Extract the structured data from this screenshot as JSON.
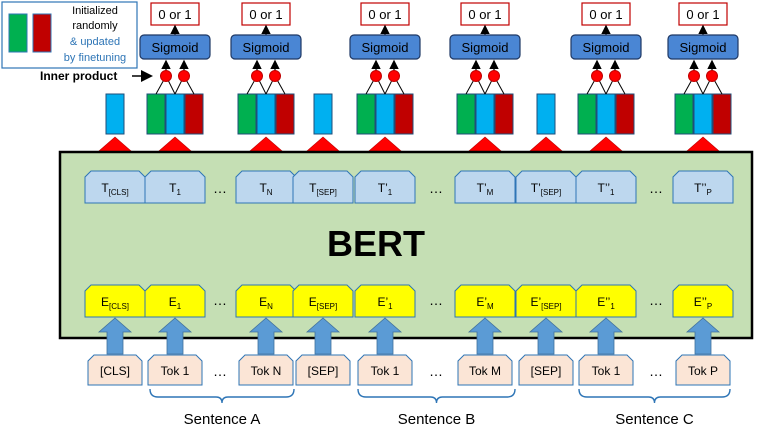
{
  "legend": {
    "line1": "Initialized",
    "line2": "randomly",
    "line3": "& updated",
    "line4": "by finetuning",
    "colors": {
      "green": "#00b050",
      "red": "#c00000"
    }
  },
  "inner_product_label": "Inner product",
  "model_label": "BERT",
  "output_label": "0 or 1",
  "sigmoid_label": "Sigmoid",
  "ellipsis": "…",
  "t_boxes": [
    {
      "base": "T",
      "sub": "[CLS]",
      "prime": ""
    },
    {
      "base": "T",
      "sub": "1",
      "prime": ""
    },
    {
      "base": "T",
      "sub": "N",
      "prime": ""
    },
    {
      "base": "T",
      "sub": "[SEP]",
      "prime": ""
    },
    {
      "base": "T",
      "sub": "1",
      "prime": "’"
    },
    {
      "base": "T",
      "sub": "M",
      "prime": "’"
    },
    {
      "base": "T",
      "sub": "[SEP]",
      "prime": "’"
    },
    {
      "base": "T",
      "sub": "1",
      "prime": "’’"
    },
    {
      "base": "T",
      "sub": "P",
      "prime": "’’"
    }
  ],
  "e_boxes": [
    {
      "base": "E",
      "sub": "[CLS]",
      "prime": ""
    },
    {
      "base": "E",
      "sub": "1",
      "prime": ""
    },
    {
      "base": "E",
      "sub": "N",
      "prime": ""
    },
    {
      "base": "E",
      "sub": "[SEP]",
      "prime": ""
    },
    {
      "base": "E",
      "sub": "1",
      "prime": "’"
    },
    {
      "base": "E",
      "sub": "M",
      "prime": "’"
    },
    {
      "base": "E",
      "sub": "[SEP]",
      "prime": "’"
    },
    {
      "base": "E",
      "sub": "1",
      "prime": "’’"
    },
    {
      "base": "E",
      "sub": "P",
      "prime": "’’"
    }
  ],
  "tokens": [
    "[CLS]",
    "Tok 1",
    "Tok N",
    "[SEP]",
    "Tok 1",
    "Tok M",
    "[SEP]",
    "Tok 1",
    "Tok P"
  ],
  "sentences": [
    "Sentence A",
    "Sentence B",
    "Sentence C"
  ],
  "colors": {
    "bert_fill": "#c5dfb4",
    "t_box_fill": "#bdd7ee",
    "e_box_fill": "#ffff00",
    "token_fill": "#fbe5d6",
    "sigmoid_fill": "#4a86d4",
    "blue_vector": "#00b0f0",
    "up_arrow_red": "#ff0000",
    "up_arrow_blue": "#5b9bd5",
    "brace": "#2e75b6",
    "output_border": "#c00000"
  }
}
